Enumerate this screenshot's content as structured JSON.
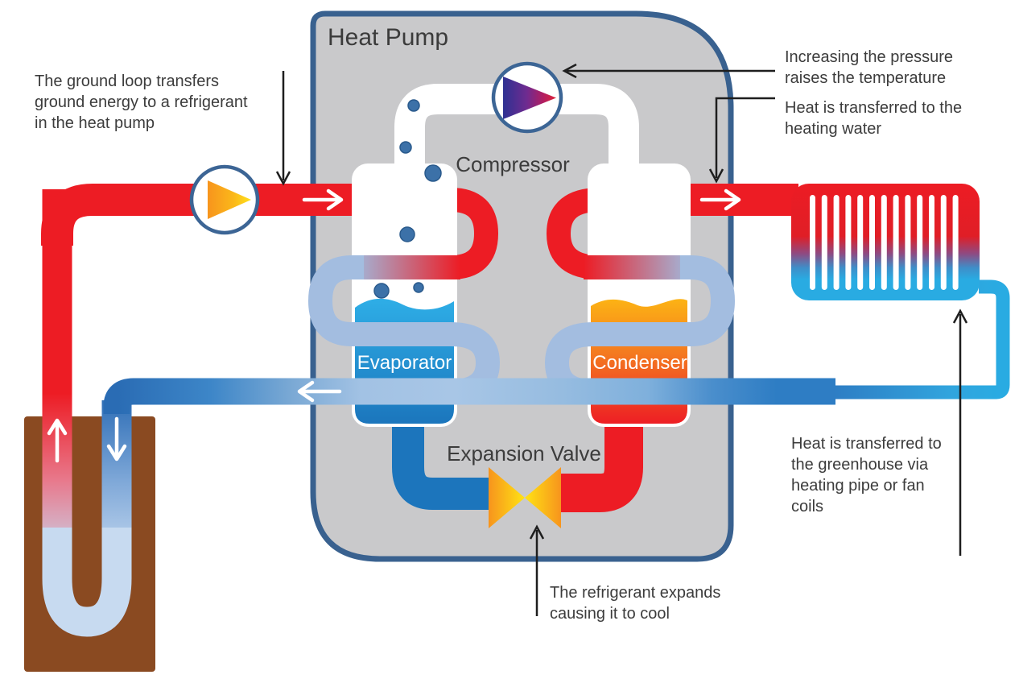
{
  "diagram": {
    "title": "Heat Pump",
    "components": {
      "compressor": "Compressor",
      "evaporator": "Evaporator",
      "condenser": "Condenser",
      "expansion_valve": "Expansion Valve"
    },
    "annotations": {
      "ground_loop": {
        "lines": [
          "The ground loop transfers",
          "ground energy to a refrigerant",
          "in the heat pump"
        ]
      },
      "pressure": {
        "lines": [
          "Increasing the pressure",
          "raises the temperature"
        ]
      },
      "heating_water": {
        "lines": [
          "Heat is transferred to the",
          "heating water"
        ]
      },
      "greenhouse": {
        "lines": [
          "Heat is transferred to",
          "the greenhouse via",
          "heating pipe or fan",
          "coils"
        ]
      },
      "expansion": {
        "lines": [
          "The refrigerant expands",
          "causing it to cool"
        ]
      }
    },
    "icons": [
      "circulation-pump-icon",
      "compressor-icon",
      "expansion-valve-icon",
      "radiator-icon",
      "ground-loop-icon"
    ],
    "colors": {
      "hot_red": "#ed1c24",
      "cool_cyan": "#29abe2",
      "deep_blue": "#1c75bc",
      "pale_coil_blue": "#a3bde0",
      "enclosure_gray": "#c9c9cb",
      "enclosure_border": "#39618f",
      "ground_brown": "#8a4a21",
      "valve_orange": "#f7941d",
      "valve_yellow": "#ffe314",
      "compressor_indigo": "#2e3192",
      "compressor_crimson": "#e02337",
      "text": "#3c3c3c"
    }
  }
}
